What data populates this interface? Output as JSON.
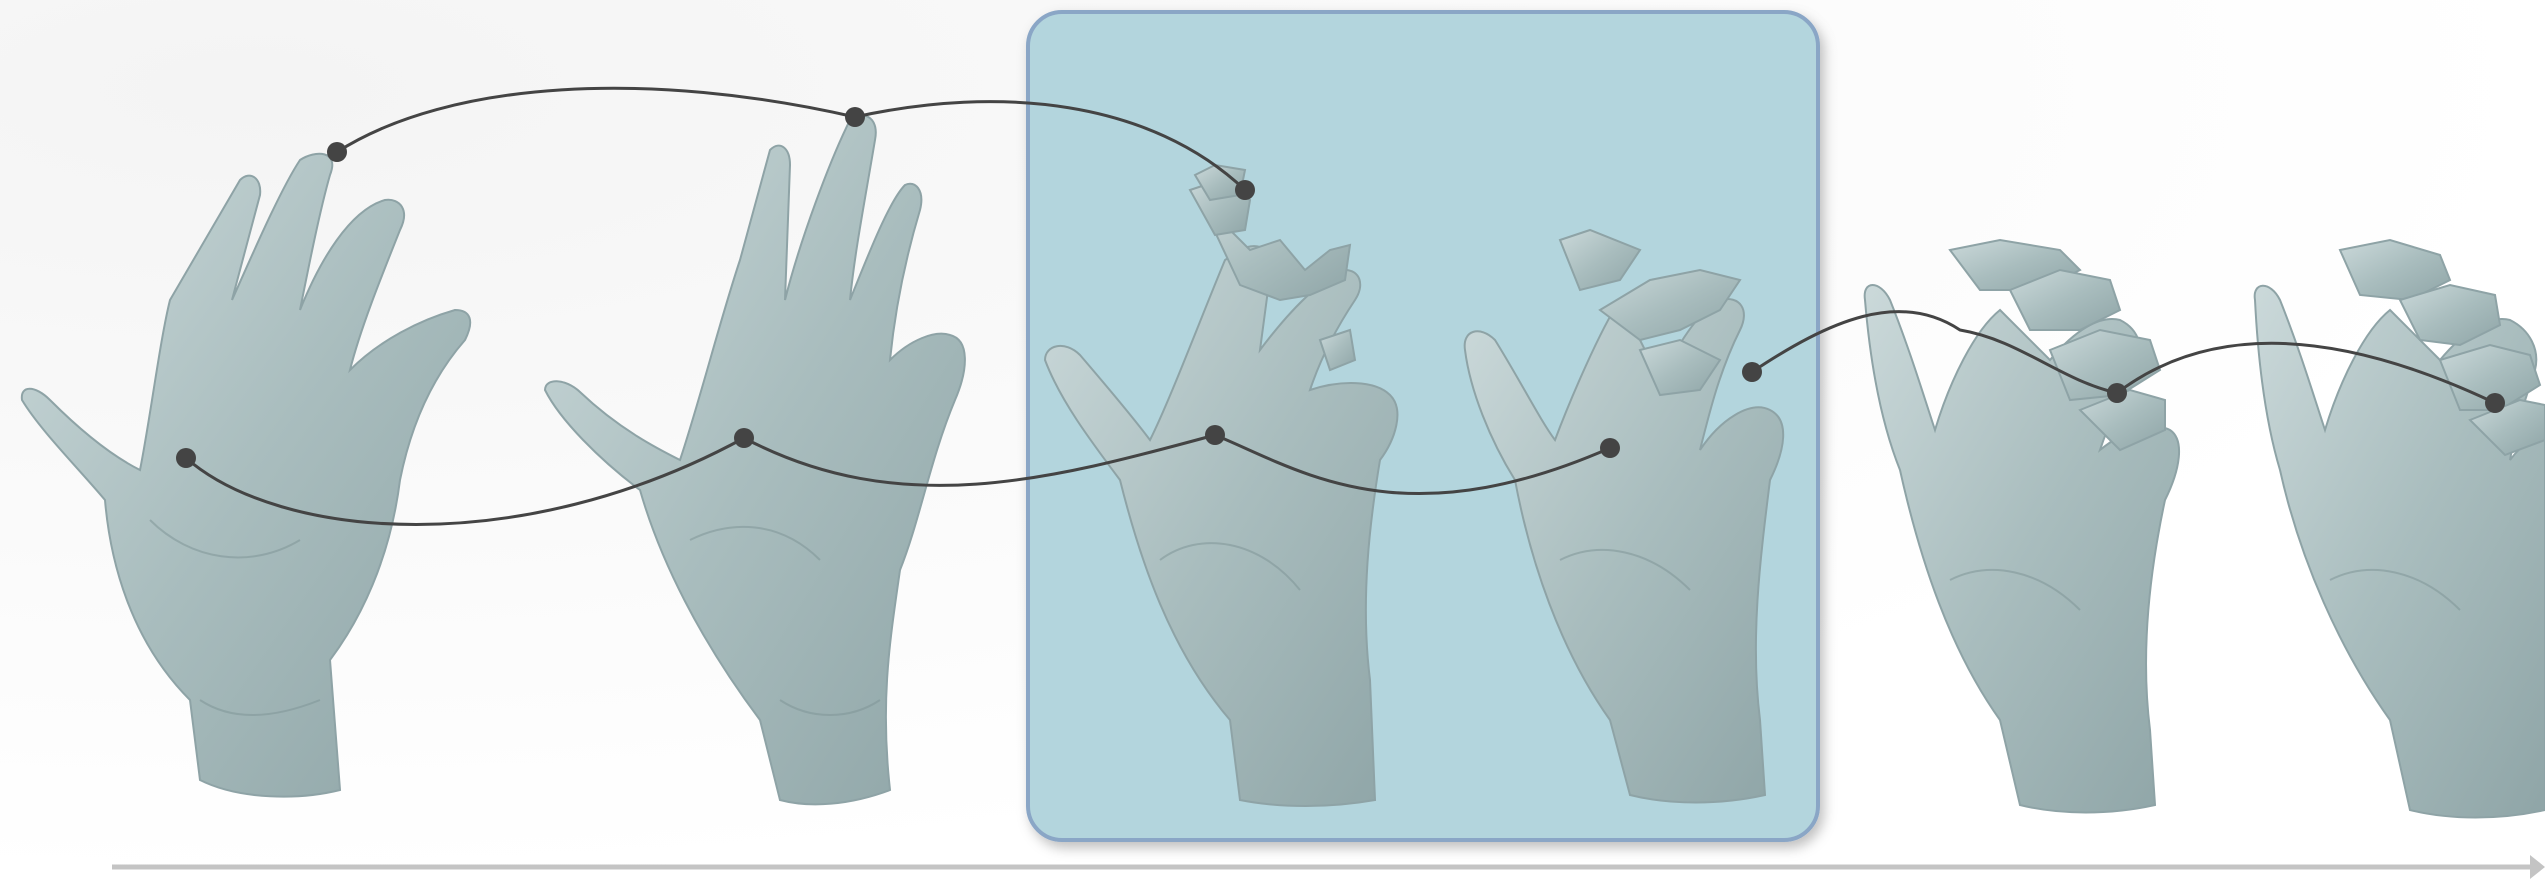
{
  "figure": {
    "frames": [
      {
        "id": "frame-1",
        "state": "open-palm"
      },
      {
        "id": "frame-2",
        "state": "rotating"
      },
      {
        "id": "frame-3",
        "state": "partial-occlusion",
        "highlighted": true
      },
      {
        "id": "frame-4",
        "state": "partial-occlusion",
        "highlighted": true
      },
      {
        "id": "frame-5",
        "state": "curling-fingers"
      },
      {
        "id": "frame-6",
        "state": "curling-fingers"
      }
    ],
    "highlight_color": "#b3d5dd",
    "mesh_color": "#a8bcbd",
    "track_color": "#444444",
    "time_axis": {
      "direction": "right"
    }
  }
}
